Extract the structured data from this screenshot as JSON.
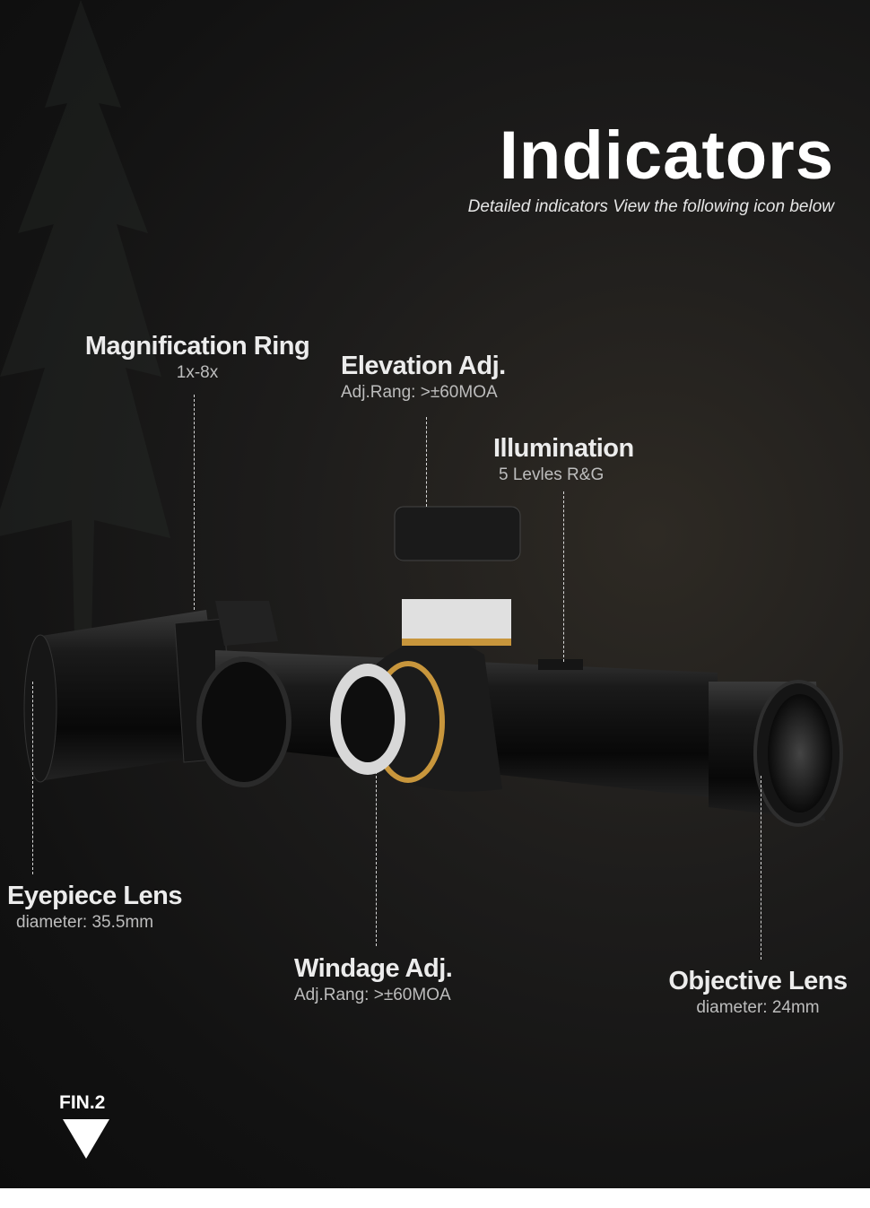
{
  "header": {
    "title": "Indicators",
    "subtitle": "Detailed indicators View the following icon below"
  },
  "callouts": {
    "magnification": {
      "title": "Magnification Ring",
      "detail": "1x-8x"
    },
    "elevation": {
      "title": "Elevation Adj.",
      "detail": "Adj.Rang: >±60MOA"
    },
    "illumination": {
      "title": "Illumination",
      "detail": "5 Levles R&G"
    },
    "eyepiece": {
      "title": "Eyepiece Lens",
      "detail": "diameter:  35.5mm"
    },
    "windage": {
      "title": "Windage Adj.",
      "detail": "Adj.Rang: >±60MOA"
    },
    "objective": {
      "title": "Objective Lens",
      "detail": "diameter:  24mm"
    }
  },
  "footer": {
    "figure_label": "FIN.2"
  },
  "colors": {
    "background": "#161616",
    "text": "#ececec",
    "accent_brass": "#c8963c"
  }
}
